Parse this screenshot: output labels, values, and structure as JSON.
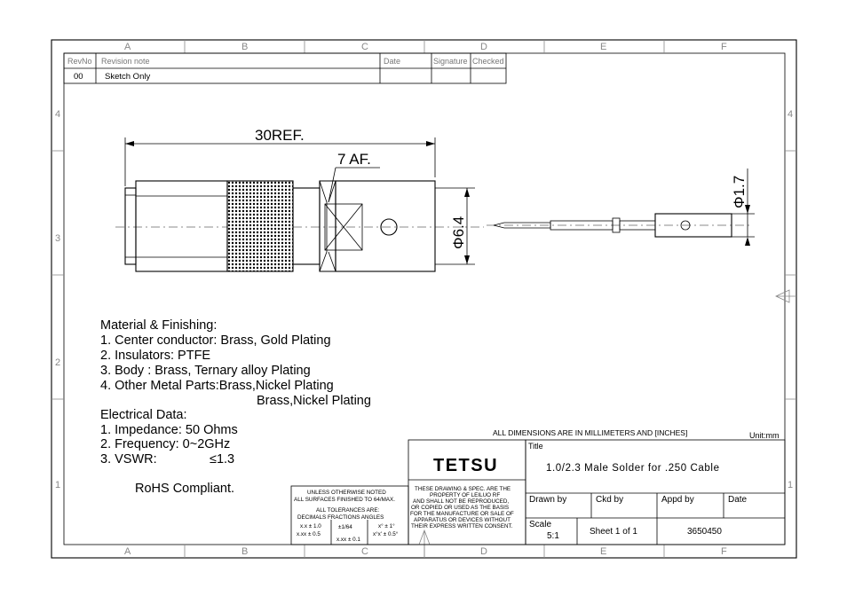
{
  "grid": {
    "columns": [
      "A",
      "B",
      "C",
      "D",
      "E",
      "F"
    ],
    "rows": [
      "4",
      "3",
      "2",
      "1"
    ]
  },
  "revision": {
    "headers": {
      "rev": "RevNo",
      "note": "Revision note",
      "date": "Date",
      "signature": "Signature",
      "checked": "Checked"
    },
    "row": {
      "rev": "00",
      "note": "Sketch Only",
      "date": "",
      "signature": "",
      "checked": ""
    }
  },
  "dimensions": {
    "length": "30REF.",
    "across_flats": "7 AF.",
    "body_diameter": "Φ6.4",
    "pin_diameter": "Φ1.7"
  },
  "notes": {
    "material_title": "Material & Finishing:",
    "materials": [
      "1. Center conductor: Brass, Gold Plating",
      "2. Insulators: PTFE",
      "3. Body : Brass, Ternary alloy Plating",
      "4. Other Metal Parts:Brass,Nickel Plating",
      "Brass,Nickel Plating"
    ],
    "electrical_title": "Electrical Data:",
    "electrical": [
      "1. Impedance: 50 Ohms",
      "2. Frequency: 0~2GHz",
      "3. VSWR:",
      "≤1.3"
    ],
    "rohs": "RoHS Compliant."
  },
  "title_block": {
    "all_dims": "ALL DIMENSIONS ARE IN MILLIMETERS AND [INCHES]",
    "unit": "Unit:mm",
    "company": "TETSU",
    "title_label": "Title",
    "title": "1.0/2.3 Male Solder for .250 Cable",
    "drawn_label": "Drawn by",
    "ckd_label": "Ckd by",
    "appd_label": "Appd by",
    "date_label": "Date",
    "scale_label": "Scale",
    "scale": "5:1",
    "sheet": "Sheet 1 of 1",
    "part_no": "3650450",
    "tolerance_lines": [
      "UNLESS OTHERWISE NOTED",
      "ALL SURFACES FINISHED TO 64/MAX.",
      "ALL TOLERANCES ARE:",
      "DECIMALS  FRACTIONS   ANGLES",
      "x.x ± 1.0",
      "x.xx ± 0.5",
      "±1/64",
      "x° ± 1°",
      "x°x' ± 0.5°",
      "x.xx ± 0.1"
    ],
    "property_lines": [
      "THESE DRAWING & SPEC. ARE THE",
      "PROPERTY OF LEILUO RF",
      "AND SHALL NOT BE REPRODUCED,",
      "OR COPIED OR USED AS THE BASIS",
      "FOR THE MANUFACTURE OR SALE OF",
      "APPARATUS OR DEVICES WITHOUT",
      "THEIR EXPRESS WRITTEN CONSENT."
    ]
  }
}
